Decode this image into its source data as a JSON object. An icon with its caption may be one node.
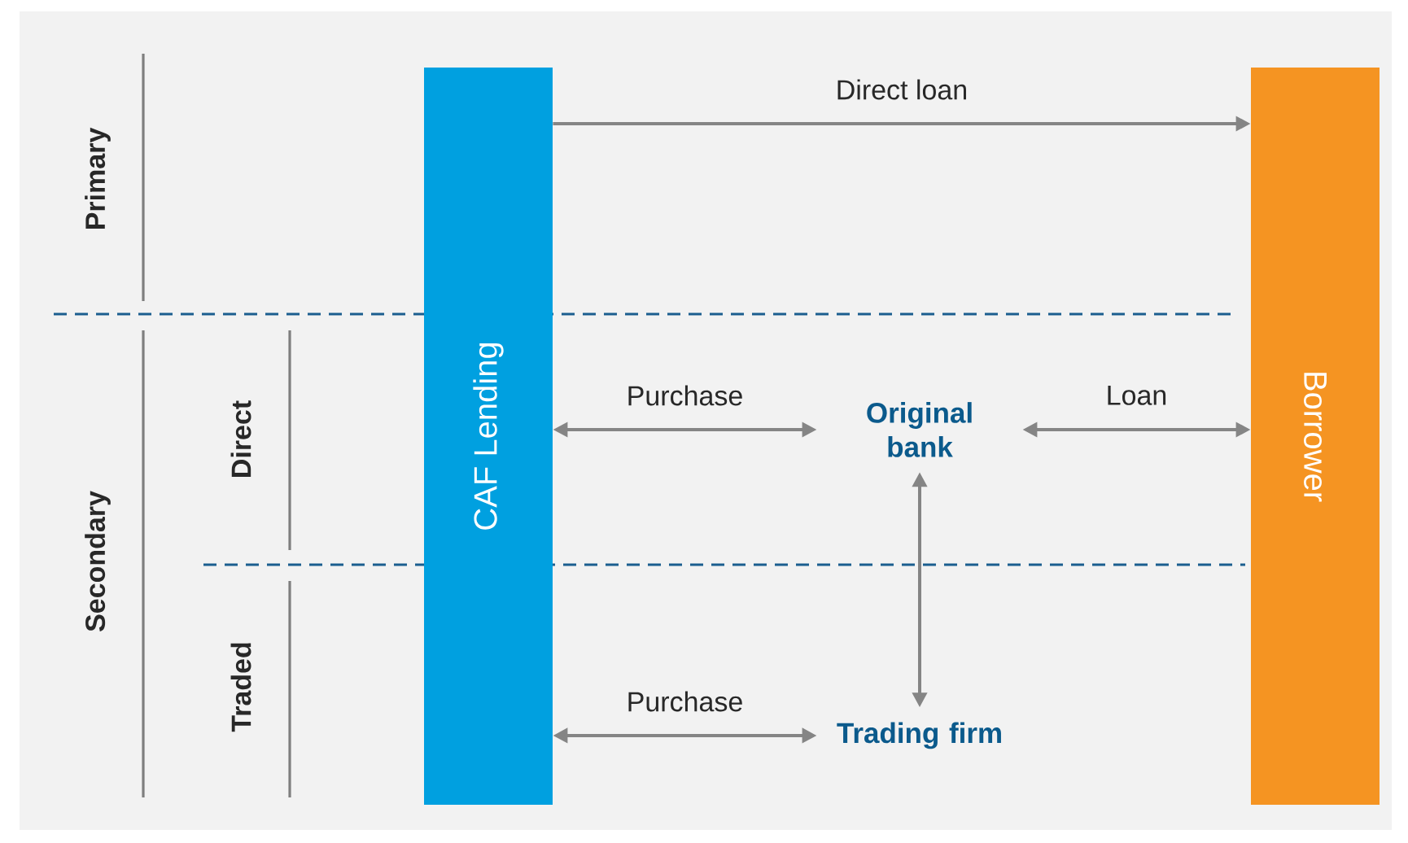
{
  "diagram": {
    "nodes": [
      {
        "text": [
          "CAF Lending"
        ]
      },
      {
        "text": [
          "Borrower"
        ]
      },
      {
        "text": [
          "Original bank"
        ]
      },
      {
        "text": [
          "Trading firm"
        ]
      }
    ],
    "edges": [
      {
        "from": 0,
        "to": 1,
        "arrow": "to",
        "label": "Direct loan"
      },
      {
        "from": 0,
        "to": 2,
        "arrow": "both",
        "label": "Purchase"
      },
      {
        "from": 2,
        "to": 1,
        "arrow": "both",
        "label": "Loan"
      },
      {
        "from": 2,
        "to": 3,
        "arrow": "both"
      },
      {
        "from": 0,
        "to": 3,
        "arrow": "both",
        "label": "Purchase"
      }
    ],
    "labels": [
      "Primary",
      "Secondary",
      "Direct",
      "Traded"
    ]
  }
}
